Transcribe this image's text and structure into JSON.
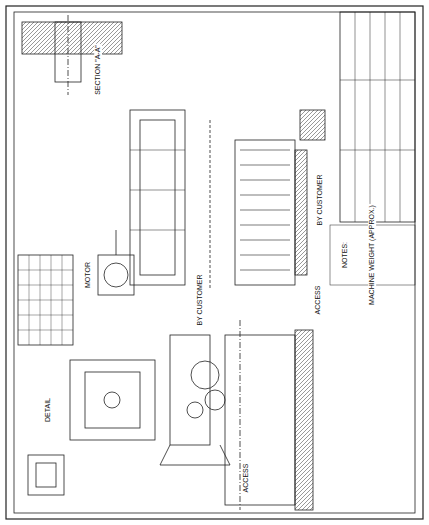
{
  "diagram": {
    "labels": [
      "SECTION \"A-A\"",
      "ACCESS",
      "ACCESS",
      "BY CUSTOMER",
      "BY CUSTOMER",
      "NOTES:",
      "MACHINE WEIGHT (APPROX.)",
      "MOTOR",
      "DETAIL"
    ]
  }
}
